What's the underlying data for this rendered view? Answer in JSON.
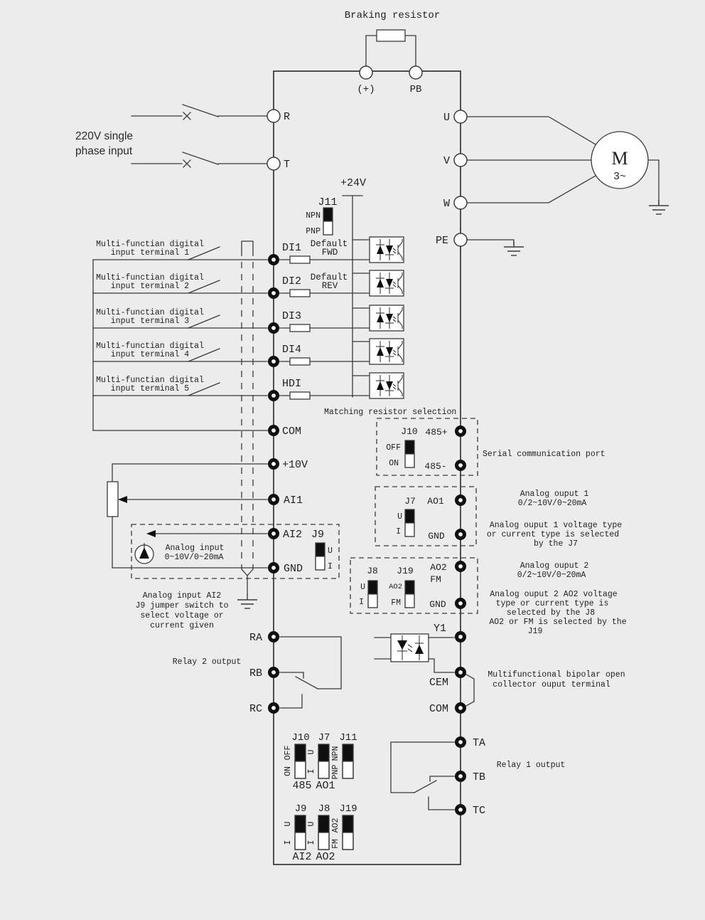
{
  "colors": {
    "background": "#ececec",
    "paper": "#ffffff",
    "line": "#3b3b3b",
    "jumper_black": "#0f0f0f"
  },
  "braking": {
    "title": "Braking resistor",
    "plus": "(+)",
    "pb": "PB"
  },
  "mains": {
    "line1": "220V single",
    "line2": "phase input",
    "r": "R",
    "t": "T"
  },
  "motor": {
    "u": "U",
    "v": "V",
    "w": "W",
    "pe": "PE",
    "m": "M",
    "phase": "3~"
  },
  "supply": {
    "v24": "+24V",
    "j11": "J11",
    "npn": "NPN",
    "pnp": "PNP"
  },
  "di": {
    "rows": [
      {
        "t": "DI1",
        "d1": "Multi-functian digital",
        "d2": "input terminal 1",
        "n1": "Default",
        "n2": "FWD"
      },
      {
        "t": "DI2",
        "d1": "Multi-functian digital",
        "d2": "input terminal 2",
        "n1": "Default",
        "n2": "REV"
      },
      {
        "t": "DI3",
        "d1": "Multi-functian digital",
        "d2": "input terminal 3"
      },
      {
        "t": "DI4",
        "d1": "Multi-functian digital",
        "d2": "input terminal 4"
      },
      {
        "t": "HDI",
        "d1": "Multi-functian digital",
        "d2": "input terminal 5"
      }
    ],
    "com": "COM"
  },
  "analog_in": {
    "p10": "+10V",
    "ai1": "AI1",
    "ai2": "AI2",
    "gnd": "GND",
    "j9": "J9",
    "j9_u": "U",
    "j9_i": "I",
    "box1": "Analog input",
    "box2": "0~10V/0~20mA",
    "note1": "Analog input AI2",
    "note2": "J9 jumper switch to",
    "note3": "select voltage or",
    "note4": "current given"
  },
  "serial": {
    "heading": "Matching resistor selection",
    "j10": "J10",
    "p": "485+",
    "n": "485-",
    "off": "OFF",
    "on": "ON",
    "note": "Serial communication port"
  },
  "ao1": {
    "j7": "J7",
    "ao1": "AO1",
    "gnd": "GND",
    "u": "U",
    "i": "I",
    "spec1": "Analog ouput 1",
    "spec2": "0/2~10V/0~20mA",
    "note1": "Analog ouput 1 voltage type",
    "note2": "or current type is selected",
    "note3": "by the J7"
  },
  "ao2": {
    "j8": "J8",
    "j19": "J19",
    "t1": "AO2",
    "t2": "FM",
    "gnd": "GND",
    "j8_u": "U",
    "j8_i": "I",
    "j19_a": "AO2",
    "j19_f": "FM",
    "spec1": "Analog ouput 2",
    "spec2": "0/2~10V/0~20mA",
    "note1": "Analog ouput 2 AO2 voltage",
    "note2": "type or current type is",
    "note3": "selected by the J8",
    "note4": "AO2 or FM is selected by the",
    "note5": "J19"
  },
  "relay2": {
    "label": "Relay 2 output",
    "ra": "RA",
    "rb": "RB",
    "rc": "RC"
  },
  "oc": {
    "y1": "Y1",
    "cem": "CEM",
    "com": "COM",
    "note1": "Multifunctional bipolar open",
    "note2": "collector ouput terminal"
  },
  "relay1": {
    "label": "Relay 1 output",
    "ta": "TA",
    "tb": "TB",
    "tc": "TC"
  },
  "bank1": {
    "h1": "J10",
    "h2": "J7",
    "h3": "J11",
    "s1a": "OFF",
    "s1b": "ON",
    "s2a": "U",
    "s2b": "I",
    "s3a": "NPN",
    "s3b": "PNP",
    "f1": "485",
    "f2": "AO1"
  },
  "bank2": {
    "h1": "J9",
    "h2": "J8",
    "h3": "J19",
    "s1a": "U",
    "s1b": "I",
    "s2a": "U",
    "s2b": "I",
    "s3a": "AO2",
    "s3b": "FM",
    "f1": "AI2",
    "f2": "AO2"
  }
}
